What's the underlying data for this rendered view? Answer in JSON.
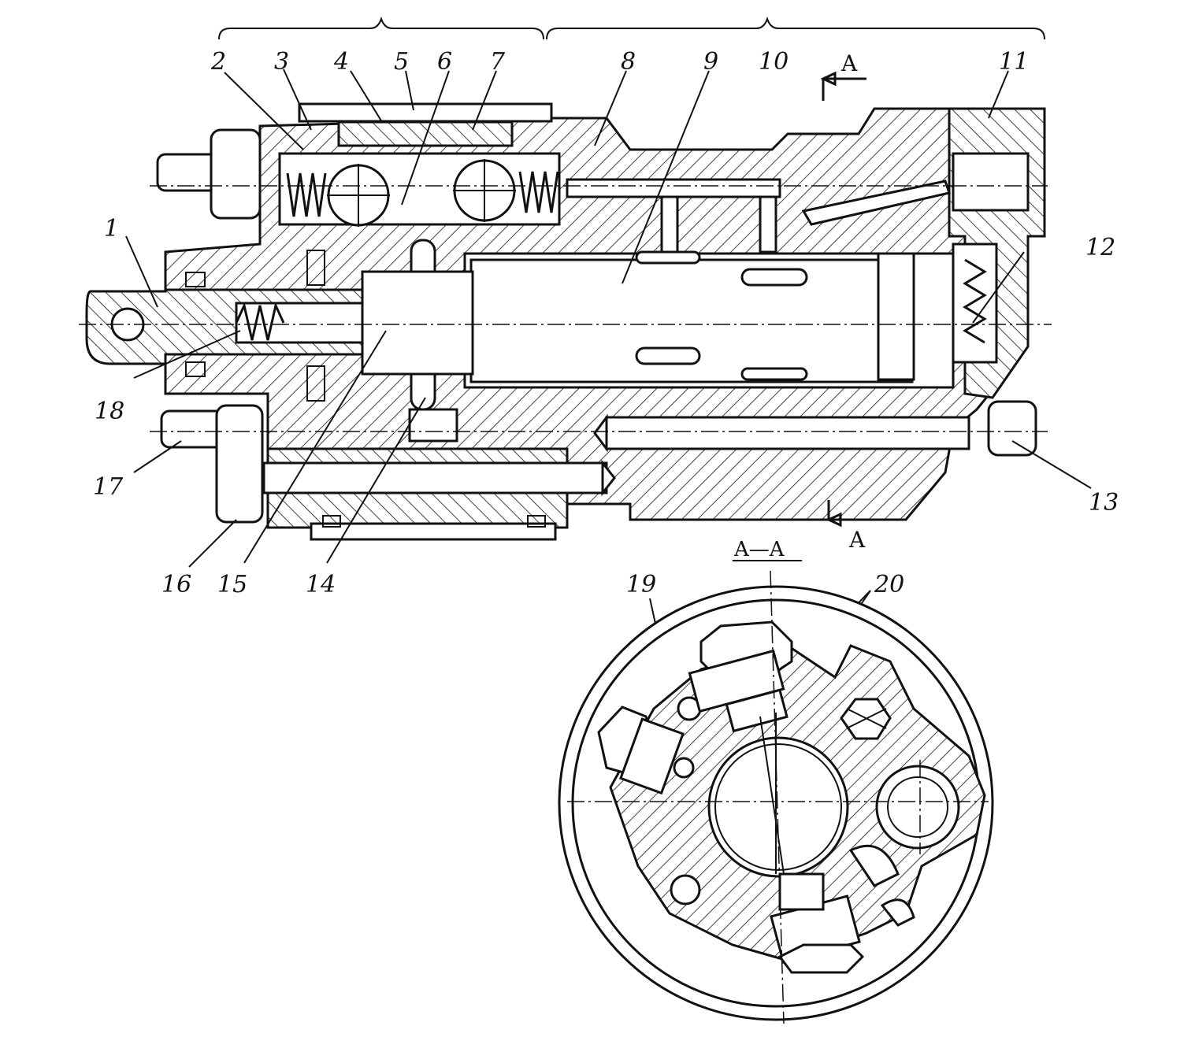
{
  "part_labels": [
    {
      "id": "1",
      "text": "1"
    },
    {
      "id": "2",
      "text": "2"
    },
    {
      "id": "3",
      "text": "3"
    },
    {
      "id": "4",
      "text": "4"
    },
    {
      "id": "5",
      "text": "5"
    },
    {
      "id": "6",
      "text": "6"
    },
    {
      "id": "7",
      "text": "7"
    },
    {
      "id": "8",
      "text": "8"
    },
    {
      "id": "9",
      "text": "9"
    },
    {
      "id": "10",
      "text": "10"
    },
    {
      "id": "11",
      "text": "11"
    },
    {
      "id": "12",
      "text": "12"
    },
    {
      "id": "13",
      "text": "13"
    },
    {
      "id": "14",
      "text": "14"
    },
    {
      "id": "15",
      "text": "15"
    },
    {
      "id": "16",
      "text": "16"
    },
    {
      "id": "17",
      "text": "17"
    },
    {
      "id": "18",
      "text": "18"
    },
    {
      "id": "19",
      "text": "19"
    },
    {
      "id": "20",
      "text": "20"
    }
  ],
  "section_marker": "A",
  "section_title": "A—A"
}
